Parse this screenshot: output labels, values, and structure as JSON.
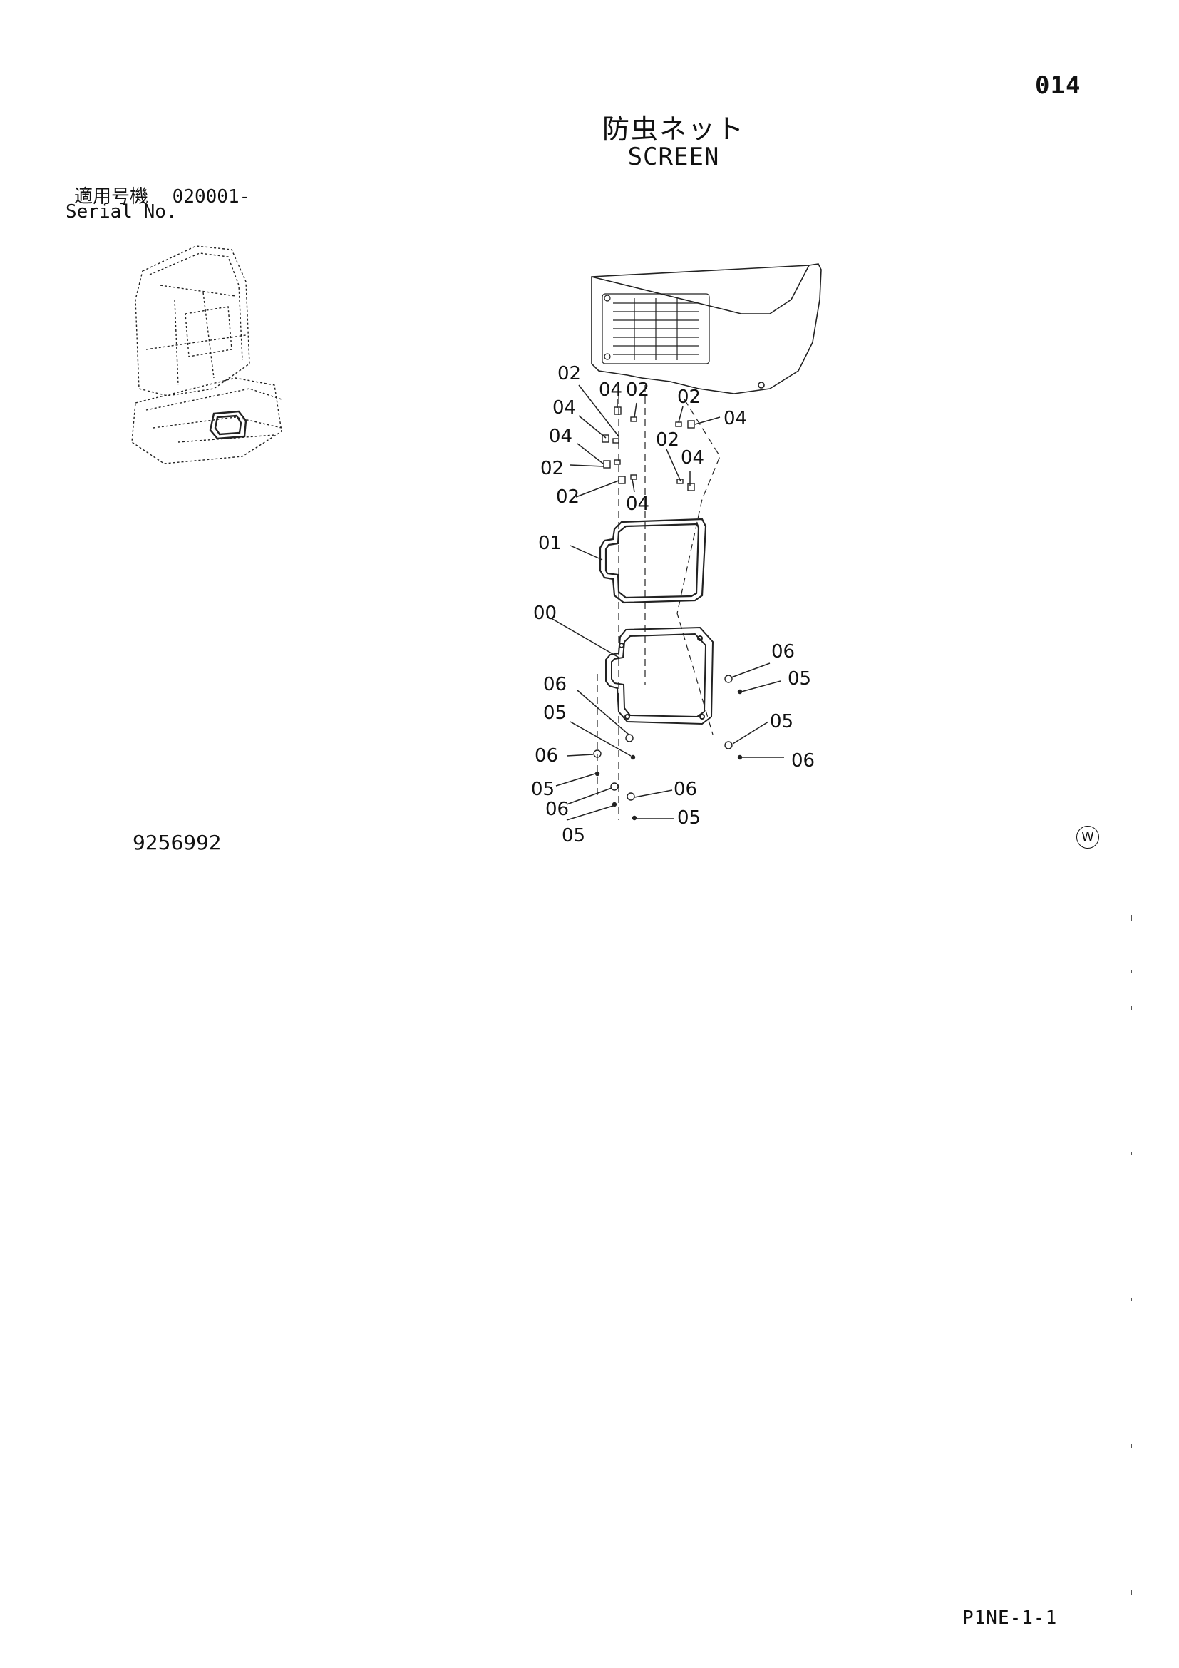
{
  "page_number": "014",
  "title_jp": "防虫ネット",
  "title_en": "SCREEN",
  "serial_label_jp": "適用号機",
  "serial_value": "020001-",
  "serial_label_en": "Serial No.",
  "drawing_number": "9256992",
  "mark_symbol": "W",
  "footer_ref": "P1NE-1-1",
  "callouts": [
    "02",
    "04",
    "02",
    "04",
    "02",
    "04",
    "04",
    "02",
    "02",
    "04",
    "02",
    "04",
    "01",
    "00",
    "06",
    "05",
    "06",
    "05",
    "06",
    "05",
    "05",
    "06",
    "06",
    "06",
    "05",
    "05"
  ]
}
